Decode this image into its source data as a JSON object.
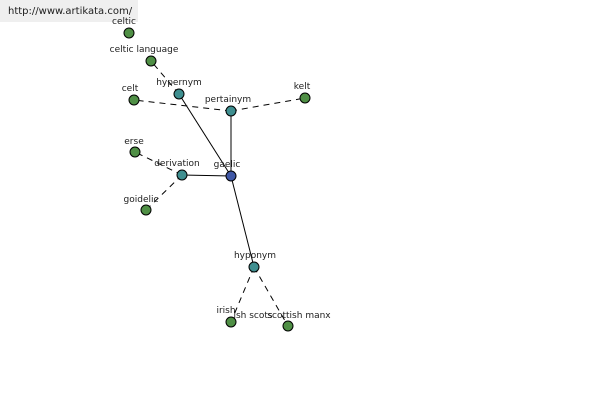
{
  "header": {
    "url": "http://www.artikata.com/"
  },
  "graph": {
    "nodes": [
      {
        "id": "celtic",
        "label": "celtic",
        "kind": "leaf"
      },
      {
        "id": "celtic-language",
        "label": "celtic language",
        "kind": "leaf"
      },
      {
        "id": "hypernym",
        "label": "hypernym",
        "kind": "relation"
      },
      {
        "id": "celt",
        "label": "celt",
        "kind": "leaf"
      },
      {
        "id": "pertainym",
        "label": "pertainym",
        "kind": "relation"
      },
      {
        "id": "kelt",
        "label": "kelt",
        "kind": "leaf"
      },
      {
        "id": "erse",
        "label": "erse",
        "kind": "leaf"
      },
      {
        "id": "derivation",
        "label": "derivation",
        "kind": "relation"
      },
      {
        "id": "gaelic",
        "label": "gaelic",
        "kind": "center"
      },
      {
        "id": "goidelic",
        "label": "goidelic",
        "kind": "leaf"
      },
      {
        "id": "hyponym",
        "label": "hyponym",
        "kind": "relation"
      },
      {
        "id": "irish",
        "label": "irish",
        "kind": "leaf"
      },
      {
        "id": "scottish-manx",
        "label": "scottish manx",
        "kind": "leaf"
      }
    ],
    "extra_labels": [
      {
        "id": "irish-suffix",
        "text": "ish scots"
      }
    ],
    "edges": [
      {
        "from": "gaelic",
        "to": "hypernym",
        "style": "solid"
      },
      {
        "from": "gaelic",
        "to": "pertainym",
        "style": "solid"
      },
      {
        "from": "gaelic",
        "to": "derivation",
        "style": "solid"
      },
      {
        "from": "gaelic",
        "to": "hyponym",
        "style": "solid"
      },
      {
        "from": "hypernym",
        "to": "celtic-language",
        "style": "dashed"
      },
      {
        "from": "pertainym",
        "to": "celt",
        "style": "dashed"
      },
      {
        "from": "pertainym",
        "to": "kelt",
        "style": "dashed"
      },
      {
        "from": "derivation",
        "to": "erse",
        "style": "dashed"
      },
      {
        "from": "derivation",
        "to": "goidelic",
        "style": "dashed"
      },
      {
        "from": "hyponym",
        "to": "irish",
        "style": "dashed"
      },
      {
        "from": "hyponym",
        "to": "scottish-manx",
        "style": "dashed"
      }
    ],
    "colors": {
      "leaf": "#4f8f45",
      "relation": "#3f8f90",
      "center": "#3f57a5",
      "edge": "#000000",
      "url_badge": "#efefef"
    }
  }
}
